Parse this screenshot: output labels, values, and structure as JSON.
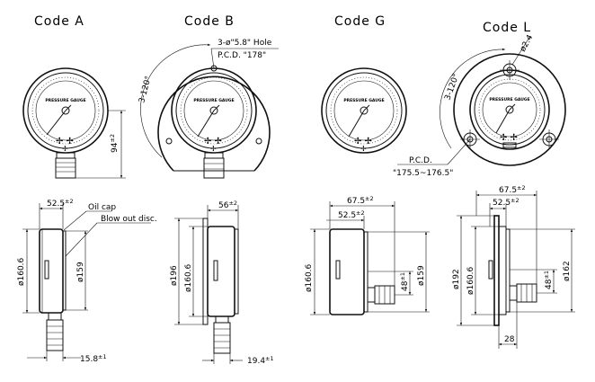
{
  "titles": {
    "a": "Code A",
    "b": "Code B",
    "g": "Code G",
    "l": "Code L"
  },
  "face_label": "PRESSURE GAUGE",
  "dims": {
    "h94": "94",
    "tol2": "±2",
    "tol1": "±1",
    "a_52_5": "52.5",
    "oil_cap": "Oil cap",
    "blow_out": "Blow out disc.",
    "d160_6": "ø160.6",
    "d159": "ø159",
    "w15_8": "15.8",
    "b_hole": "3-ø\"5.8\" Hole",
    "b_pcd": "P.C.D. \"178\"",
    "angle": "3-120°",
    "w56": "56",
    "d196": "ø196",
    "w19_4": "19.4",
    "g_67_5": "67.5",
    "g_52_5": "52.5",
    "h48": "48",
    "l_d24": "ø2.4",
    "l_pcd": "P.C.D.",
    "l_pcd_val": "\"175.5~176.5\"",
    "d192": "ø192",
    "d162": "ø162",
    "w28": "28"
  }
}
